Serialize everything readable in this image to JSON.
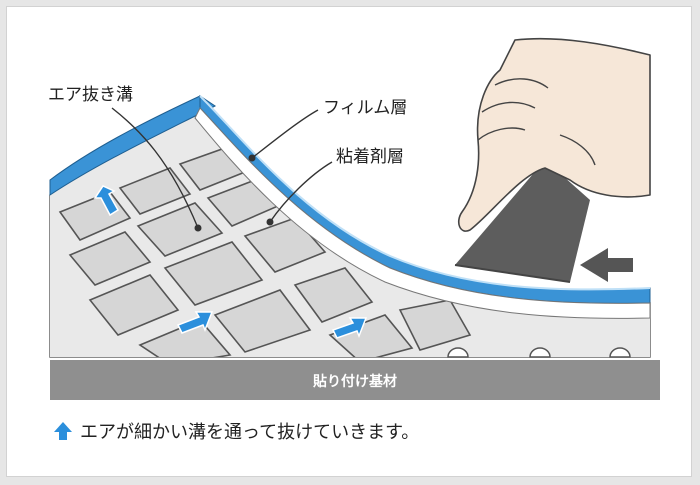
{
  "labels": {
    "air_channel": "エア抜き溝",
    "film_layer": "フィルム層",
    "adhesive_layer": "粘着剤層",
    "substrate": "貼り付け基材"
  },
  "caption": "エアが細かい溝を通って抜けていきます。",
  "colors": {
    "film_blue": "#3a93d6",
    "accent_blue": "#2b8fdc",
    "substrate_gray": "#8f8f8f",
    "squeegee_gray": "#5d5d5d",
    "cell_gray": "#dcdcdc"
  },
  "icons": {
    "caption_arrow": "arrow-up-icon",
    "push_arrow": "arrow-left-icon",
    "air_arrows": "diagonal-arrow-icon",
    "hand": "hand-icon"
  }
}
